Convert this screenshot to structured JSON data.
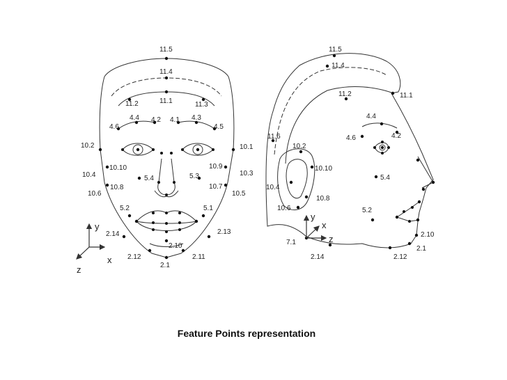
{
  "caption": "Feature Points representation",
  "colors": {
    "line": "#333333",
    "point": "#111111",
    "text": "#222222"
  },
  "front_labels": [
    "11.5",
    "11.4",
    "11.2",
    "11.1",
    "11.3",
    "4.4",
    "4.2",
    "4.1",
    "4.3",
    "4.6",
    "4.5",
    "10.2",
    "10.1",
    "10.10",
    "10.9",
    "10.4",
    "5.4",
    "5.3",
    "10.3",
    "10.6",
    "10.8",
    "10.7",
    "10.5",
    "5.2",
    "5.1",
    "2.14",
    "2.13",
    "2.10",
    "2.12",
    "2.11",
    "2.1"
  ],
  "side_labels": [
    "11.5",
    "11.4",
    "11.2",
    "11.1",
    "4.4",
    "4.6",
    "4.2",
    "11.6",
    "10.2",
    "10.10",
    "5.4",
    "10.4",
    "10.8",
    "10.6",
    "5.2",
    "7.1",
    "2.10",
    "2.1",
    "2.14",
    "2.12"
  ],
  "front_axes": {
    "y": "y",
    "x": "x",
    "z": "z"
  },
  "side_axes": {
    "y": "y",
    "x": "x",
    "z": "z"
  }
}
